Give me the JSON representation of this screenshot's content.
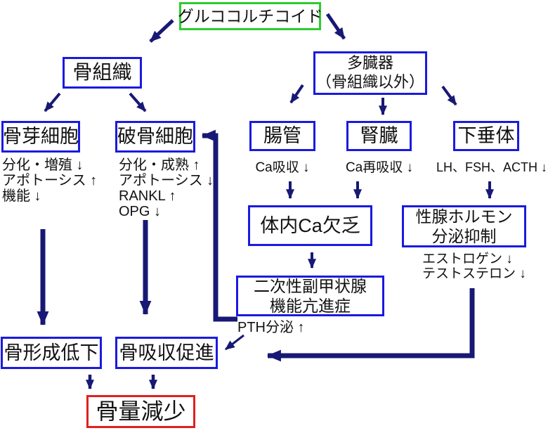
{
  "colors": {
    "box_border_blue": "#1a1ae0",
    "arrow_navy": "#181875",
    "green_border": "#2ecc2e",
    "red_border": "#e02020",
    "text": "#111111",
    "background": "#ffffff"
  },
  "nodes": {
    "glucocorticoid": "グルココルチコイド",
    "bone_tissue": "骨組織",
    "multi_organ_line1": "多臓器",
    "multi_organ_line2": "（骨組織以外）",
    "osteoblast": "骨芽細胞",
    "osteoclast": "破骨細胞",
    "intestine": "腸管",
    "kidney": "腎臓",
    "pituitary": "下垂体",
    "ca_deficiency": "体内Ca欠乏",
    "gonadal_line1": "性腺ホルモン",
    "gonadal_line2": "分泌抑制",
    "secondary_hpt_line1": "二次性副甲状腺",
    "secondary_hpt_line2": "機能亢進症",
    "bone_formation_decline": "骨形成低下",
    "bone_resorption_promotion": "骨吸収促進",
    "bone_loss": "骨量減少"
  },
  "annotations": {
    "osteoblast_effects": [
      "分化・増殖 ↓",
      "アポトーシス ↑",
      "機能 ↓"
    ],
    "osteoclast_effects": [
      "分化・成熟 ↑",
      "アポトーシス ↓",
      "RANKL ↑",
      "OPG ↓"
    ],
    "intestine_effect": "Ca吸収 ↓",
    "kidney_effect": "Ca再吸収 ↓",
    "pituitary_effect": "LH、FSH、ACTH ↓",
    "gonadal_effects": [
      "エストロゲン ↓",
      "テストステロン ↓"
    ],
    "pth_effect": "PTH分泌 ↑"
  }
}
